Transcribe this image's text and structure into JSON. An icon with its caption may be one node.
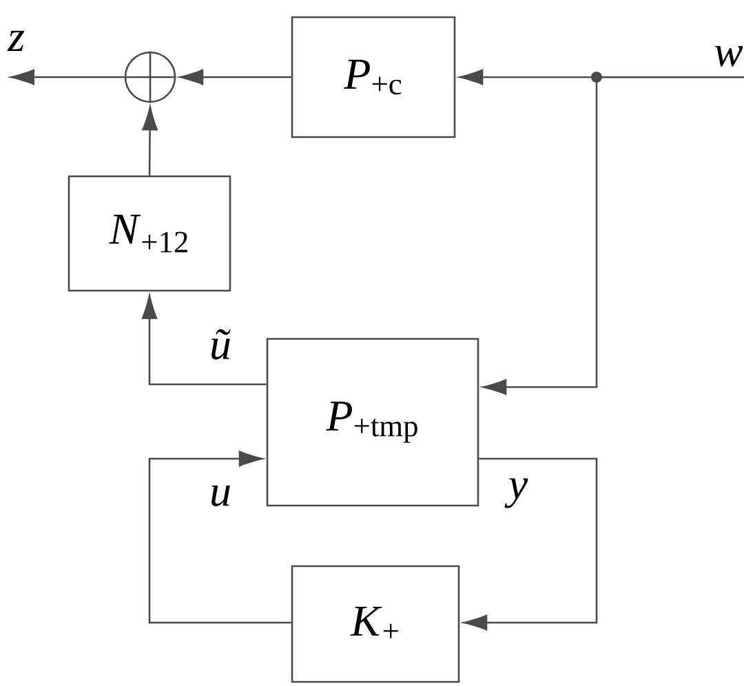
{
  "diagram": {
    "nodes": [
      {
        "text": [
          "z"
        ]
      },
      {
        "text": [],
        "shape": "circle"
      },
      {
        "text": [
          "*P*$_{+c}$"
        ]
      },
      {
        "text": [
          "w"
        ]
      },
      {
        "text": [
          "*N*$_{+12}$"
        ]
      },
      {
        "text": [
          "*P*$_{+tmp}$"
        ]
      },
      {
        "text": [
          "*K*$_{+}$"
        ]
      }
    ],
    "edges": [
      {
        "from": 1,
        "to": 0,
        "arrow": "to"
      },
      {
        "from": 2,
        "to": 1,
        "arrow": "to"
      },
      {
        "from": 3,
        "to": 2,
        "arrow": "to"
      },
      {
        "from": 3,
        "to": 5,
        "arrow": "to"
      },
      {
        "from": 4,
        "to": 1,
        "arrow": "to"
      },
      {
        "from": 5,
        "to": 4,
        "arrow": "to",
        "label": "ũ"
      },
      {
        "from": 5,
        "to": 6,
        "arrow": "to",
        "label": "y"
      },
      {
        "from": 6,
        "to": 5,
        "arrow": "to",
        "label": "u"
      }
    ]
  }
}
